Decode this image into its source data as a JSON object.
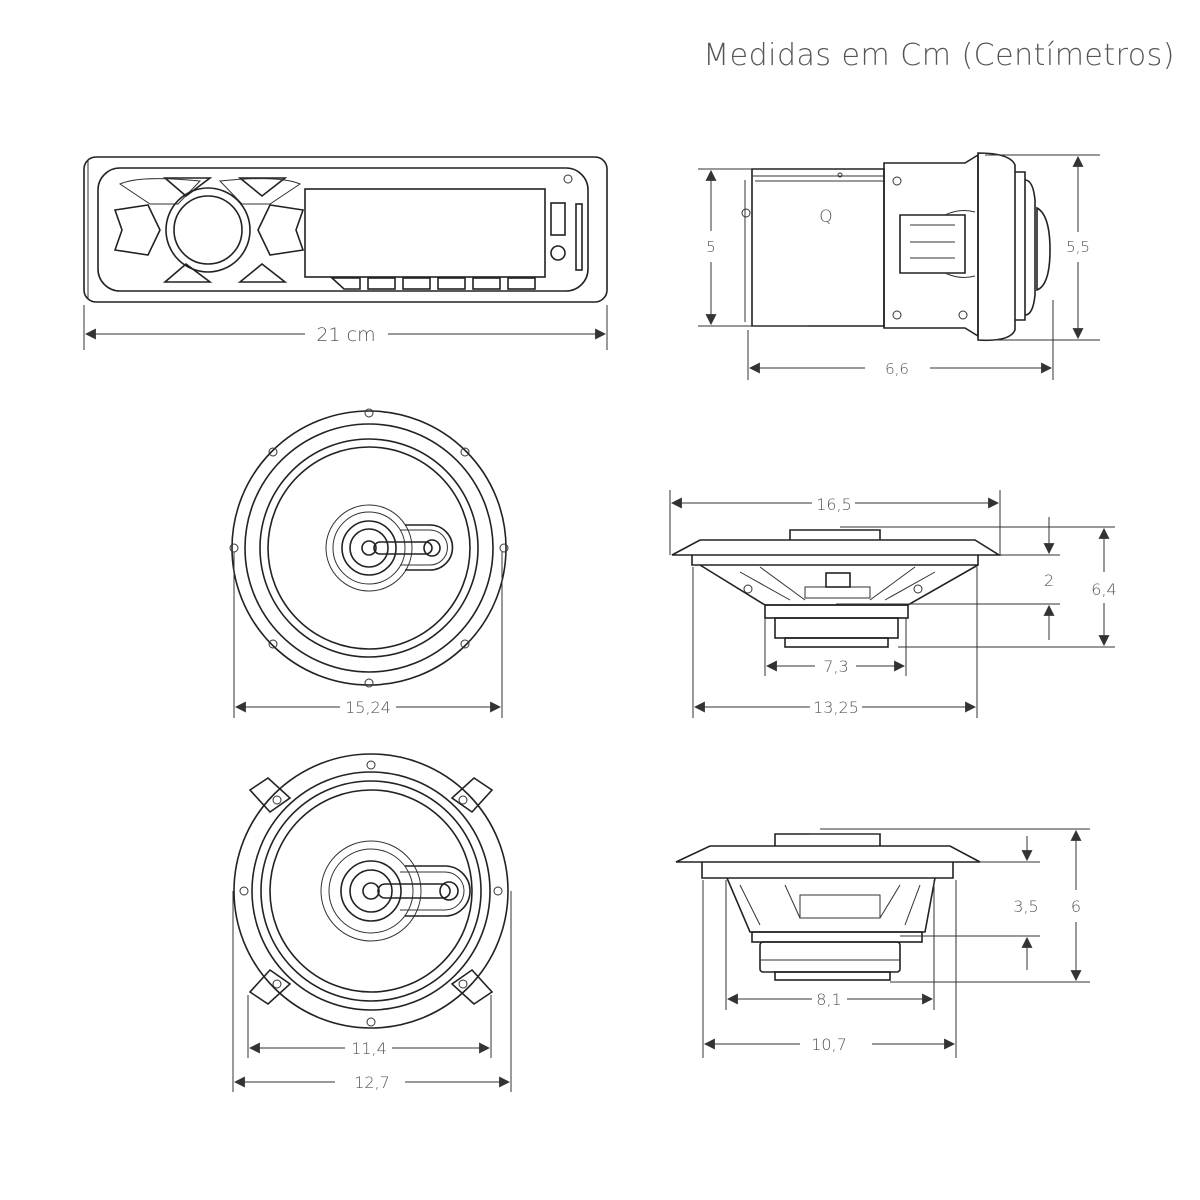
{
  "caption": "Medidas em Cm (Centímetros)",
  "radio_front": {
    "width_label": "21 cm"
  },
  "radio_side": {
    "height_label": "5",
    "outer_height_label": "5,5",
    "depth_label": "6,6",
    "mark": "Q"
  },
  "speaker_6": {
    "diameter_label": "15,24"
  },
  "speaker_6_side": {
    "flange_label": "16,5",
    "depth_label": "6,4",
    "mount_depth_label": "2",
    "magnet_label": "7,3",
    "basket_label": "13,25"
  },
  "speaker_5": {
    "inner_label": "11,4",
    "outer_label": "12,7"
  },
  "speaker_5_side": {
    "depth_label": "6",
    "mount_depth_label": "3,5",
    "magnet_label": "8,1",
    "basket_label": "10,7"
  }
}
